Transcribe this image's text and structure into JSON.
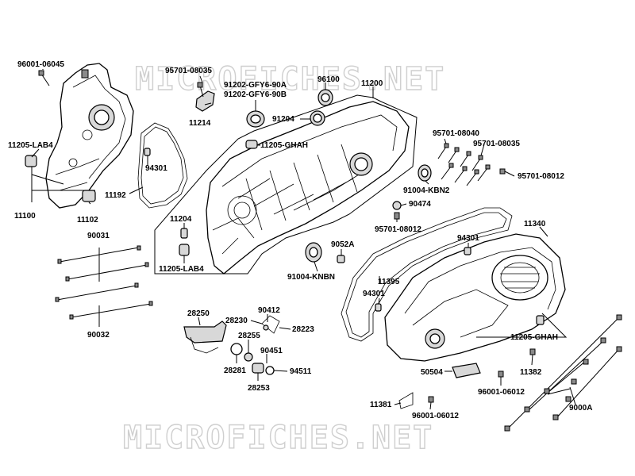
{
  "watermark": "MICROFICHES.NET",
  "labels": {
    "p96001_06045": "96001-06045",
    "p95701_08035a": "95701-08035",
    "p91202_90a": "91202-GFY6-90A",
    "p91202_90b": "91202-GFY6-90B",
    "p96100": "96100",
    "p11200": "11200",
    "p11214": "11214",
    "p91204": "91204",
    "p11205_ghah_a": "11205-GHAH",
    "p11205_lab4_a": "11205-LAB4",
    "p94301_a": "94301",
    "p11100": "11100",
    "p11102": "11102",
    "p11192": "11192",
    "p11204": "11204",
    "p11205_lab4_b": "11205-LAB4",
    "p95701_08040": "95701-08040",
    "p95701_08035b": "95701-08035",
    "p95701_08012a": "95701-08012",
    "p91004_kbn2": "91004-KBN2",
    "p90474": "90474",
    "p95701_08012b": "95701-08012",
    "p11340": "11340",
    "p90031": "90031",
    "p9052a": "9052A",
    "p94301_b": "94301",
    "p91004_knbn": "91004-KNBN",
    "p11395": "11395",
    "p94301_c": "94301",
    "p90032": "90032",
    "p28250": "28250",
    "p90412": "90412",
    "p28230": "28230",
    "p28223": "28223",
    "p28255": "28255",
    "p90451": "90451",
    "p28281": "28281",
    "p94511": "94511",
    "p28253": "28253",
    "p11205_ghah_b": "11205-GHAH",
    "p50504": "50504",
    "p11382": "11382",
    "p96001_06012a": "96001-06012",
    "p11381": "11381",
    "p96001_06012b": "96001-06012",
    "p9000a": "9000A"
  },
  "icons": {
    "bolt": "bolt-icon",
    "bearing": "bearing-icon",
    "oil_seal": "oil-seal-icon",
    "dowel_pin": "dowel-pin-icon"
  },
  "colors": {
    "line": "#000000",
    "fill_shade": "#d8d8d8",
    "watermark": "#cfcfcf"
  }
}
